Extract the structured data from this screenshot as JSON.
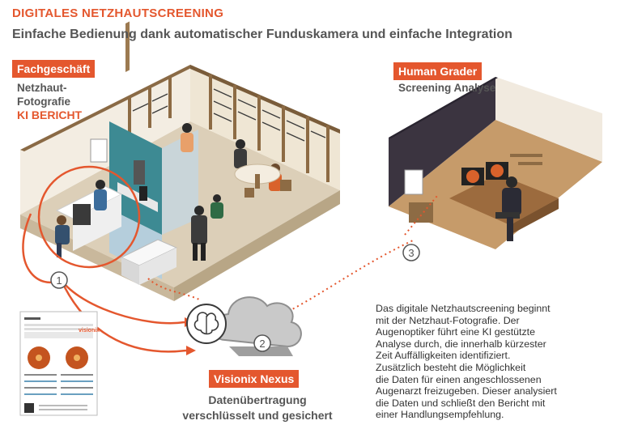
{
  "header": {
    "title": "DIGITALES NETZHAUTSCREENING",
    "subtitle": "Einfache Bedienung dank automatischer Funduskamera und einfache Integration"
  },
  "left": {
    "tag": "Fachgeschäft",
    "line1": "Netzhaut-",
    "line2": "Fotografie",
    "line3": "KI BERICHT"
  },
  "right": {
    "tag": "Human Grader",
    "sub": "Screening Analyse"
  },
  "nexus": {
    "tag": "Visionix Nexus",
    "line1": "Datenübertragung",
    "line2": "verschlüsselt und gesichert"
  },
  "steps": [
    "1",
    "2",
    "3"
  ],
  "report": {
    "brand": "visionix"
  },
  "description": [
    "Das digitale Netzhautscreening beginnt",
    "mit der Netzhaut-Fotografie. Der",
    "Augenoptiker führt eine KI gestützte",
    "Analyse durch, die innerhalb kürzester",
    "Zeit Auffälligkeiten identifiziert.",
    "Zusätzlich besteht die Möglichkeit",
    "die Daten für einen angeschlossenen",
    "Augenarzt freizugeben. Dieser analysiert",
    "die Daten und schließt den Bericht mit",
    "einer Handlungsempfehlung."
  ],
  "colors": {
    "accent": "#e4572e",
    "text": "#555555"
  }
}
